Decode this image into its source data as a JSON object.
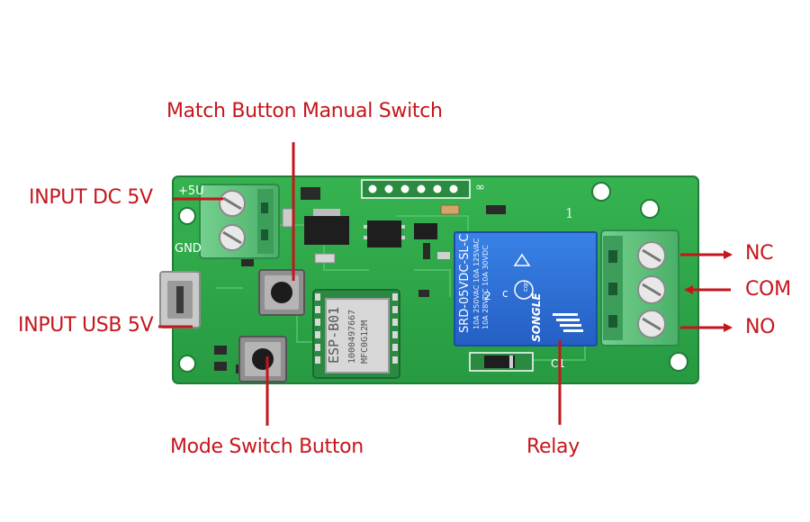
{
  "labels": {
    "match_button": "Match Button Manual Switch",
    "input_dc": "INPUT DC 5V",
    "input_usb": "INPUT USB 5V",
    "mode_switch": "Mode Switch Button",
    "relay": "Relay",
    "nc": "NC",
    "com": "COM",
    "no": "NO"
  },
  "board": {
    "silk_5v": "+5U",
    "silk_gnd": "GND",
    "silk_inf": "∞",
    "silk_1": "1",
    "silk_2": "2",
    "silk_c1": "C1"
  },
  "relay": {
    "model": "SRD-05VDC-SL-C",
    "rating1": "10A 250VAC  10A 125VAC",
    "rating2": "10A 28VDC  10A 30VDC",
    "brand": "SONGLE",
    "cert": "cqc"
  },
  "module": {
    "name": "ESP-B01",
    "code1": "1000497667",
    "code2": "MFC0G12M"
  },
  "colors": {
    "callout": "#c4161c",
    "pcb": "#2fa64a",
    "relay": "#2a6fd6",
    "terminal": "#5cc27a"
  }
}
